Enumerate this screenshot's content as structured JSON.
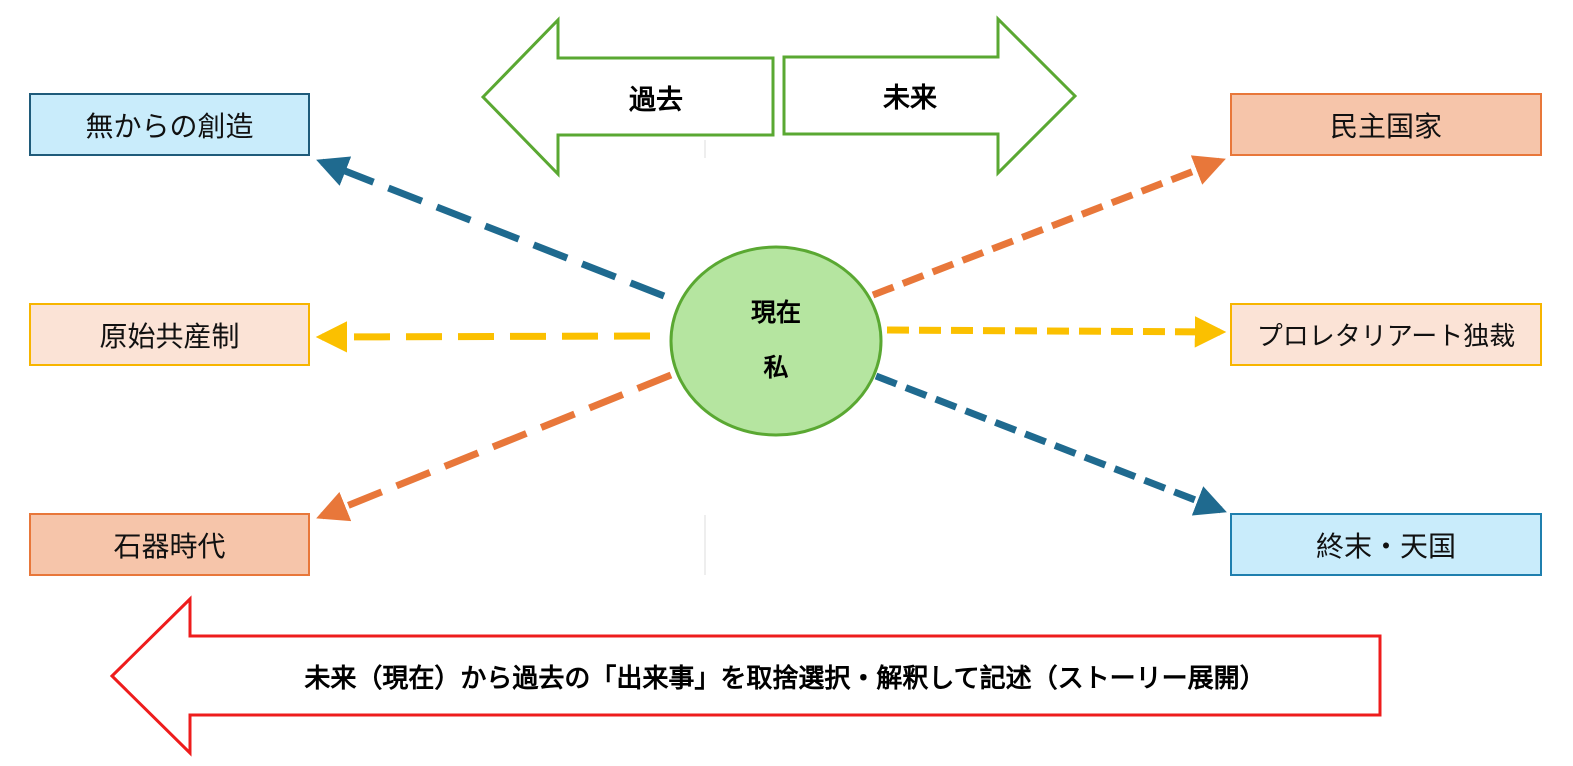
{
  "arrows": {
    "past": "過去",
    "future": "未来"
  },
  "center": {
    "line1": "現在",
    "line2": "私"
  },
  "left_boxes": [
    "無からの創造",
    "原始共産制",
    "石器時代"
  ],
  "right_boxes": [
    "民主国家",
    "プロレタリアート独裁",
    "終末・天国"
  ],
  "bottom_arrow": "未来（現在）から過去の「出来事」を取捨選択・解釈して記述（ストーリー展開）",
  "colors": {
    "green": "#5aa832",
    "center_fill": "#b5e5a0",
    "blue": "#1f6a8f",
    "yellow": "#fbc000",
    "orange": "#e8773a",
    "red": "#ee1c1c"
  }
}
